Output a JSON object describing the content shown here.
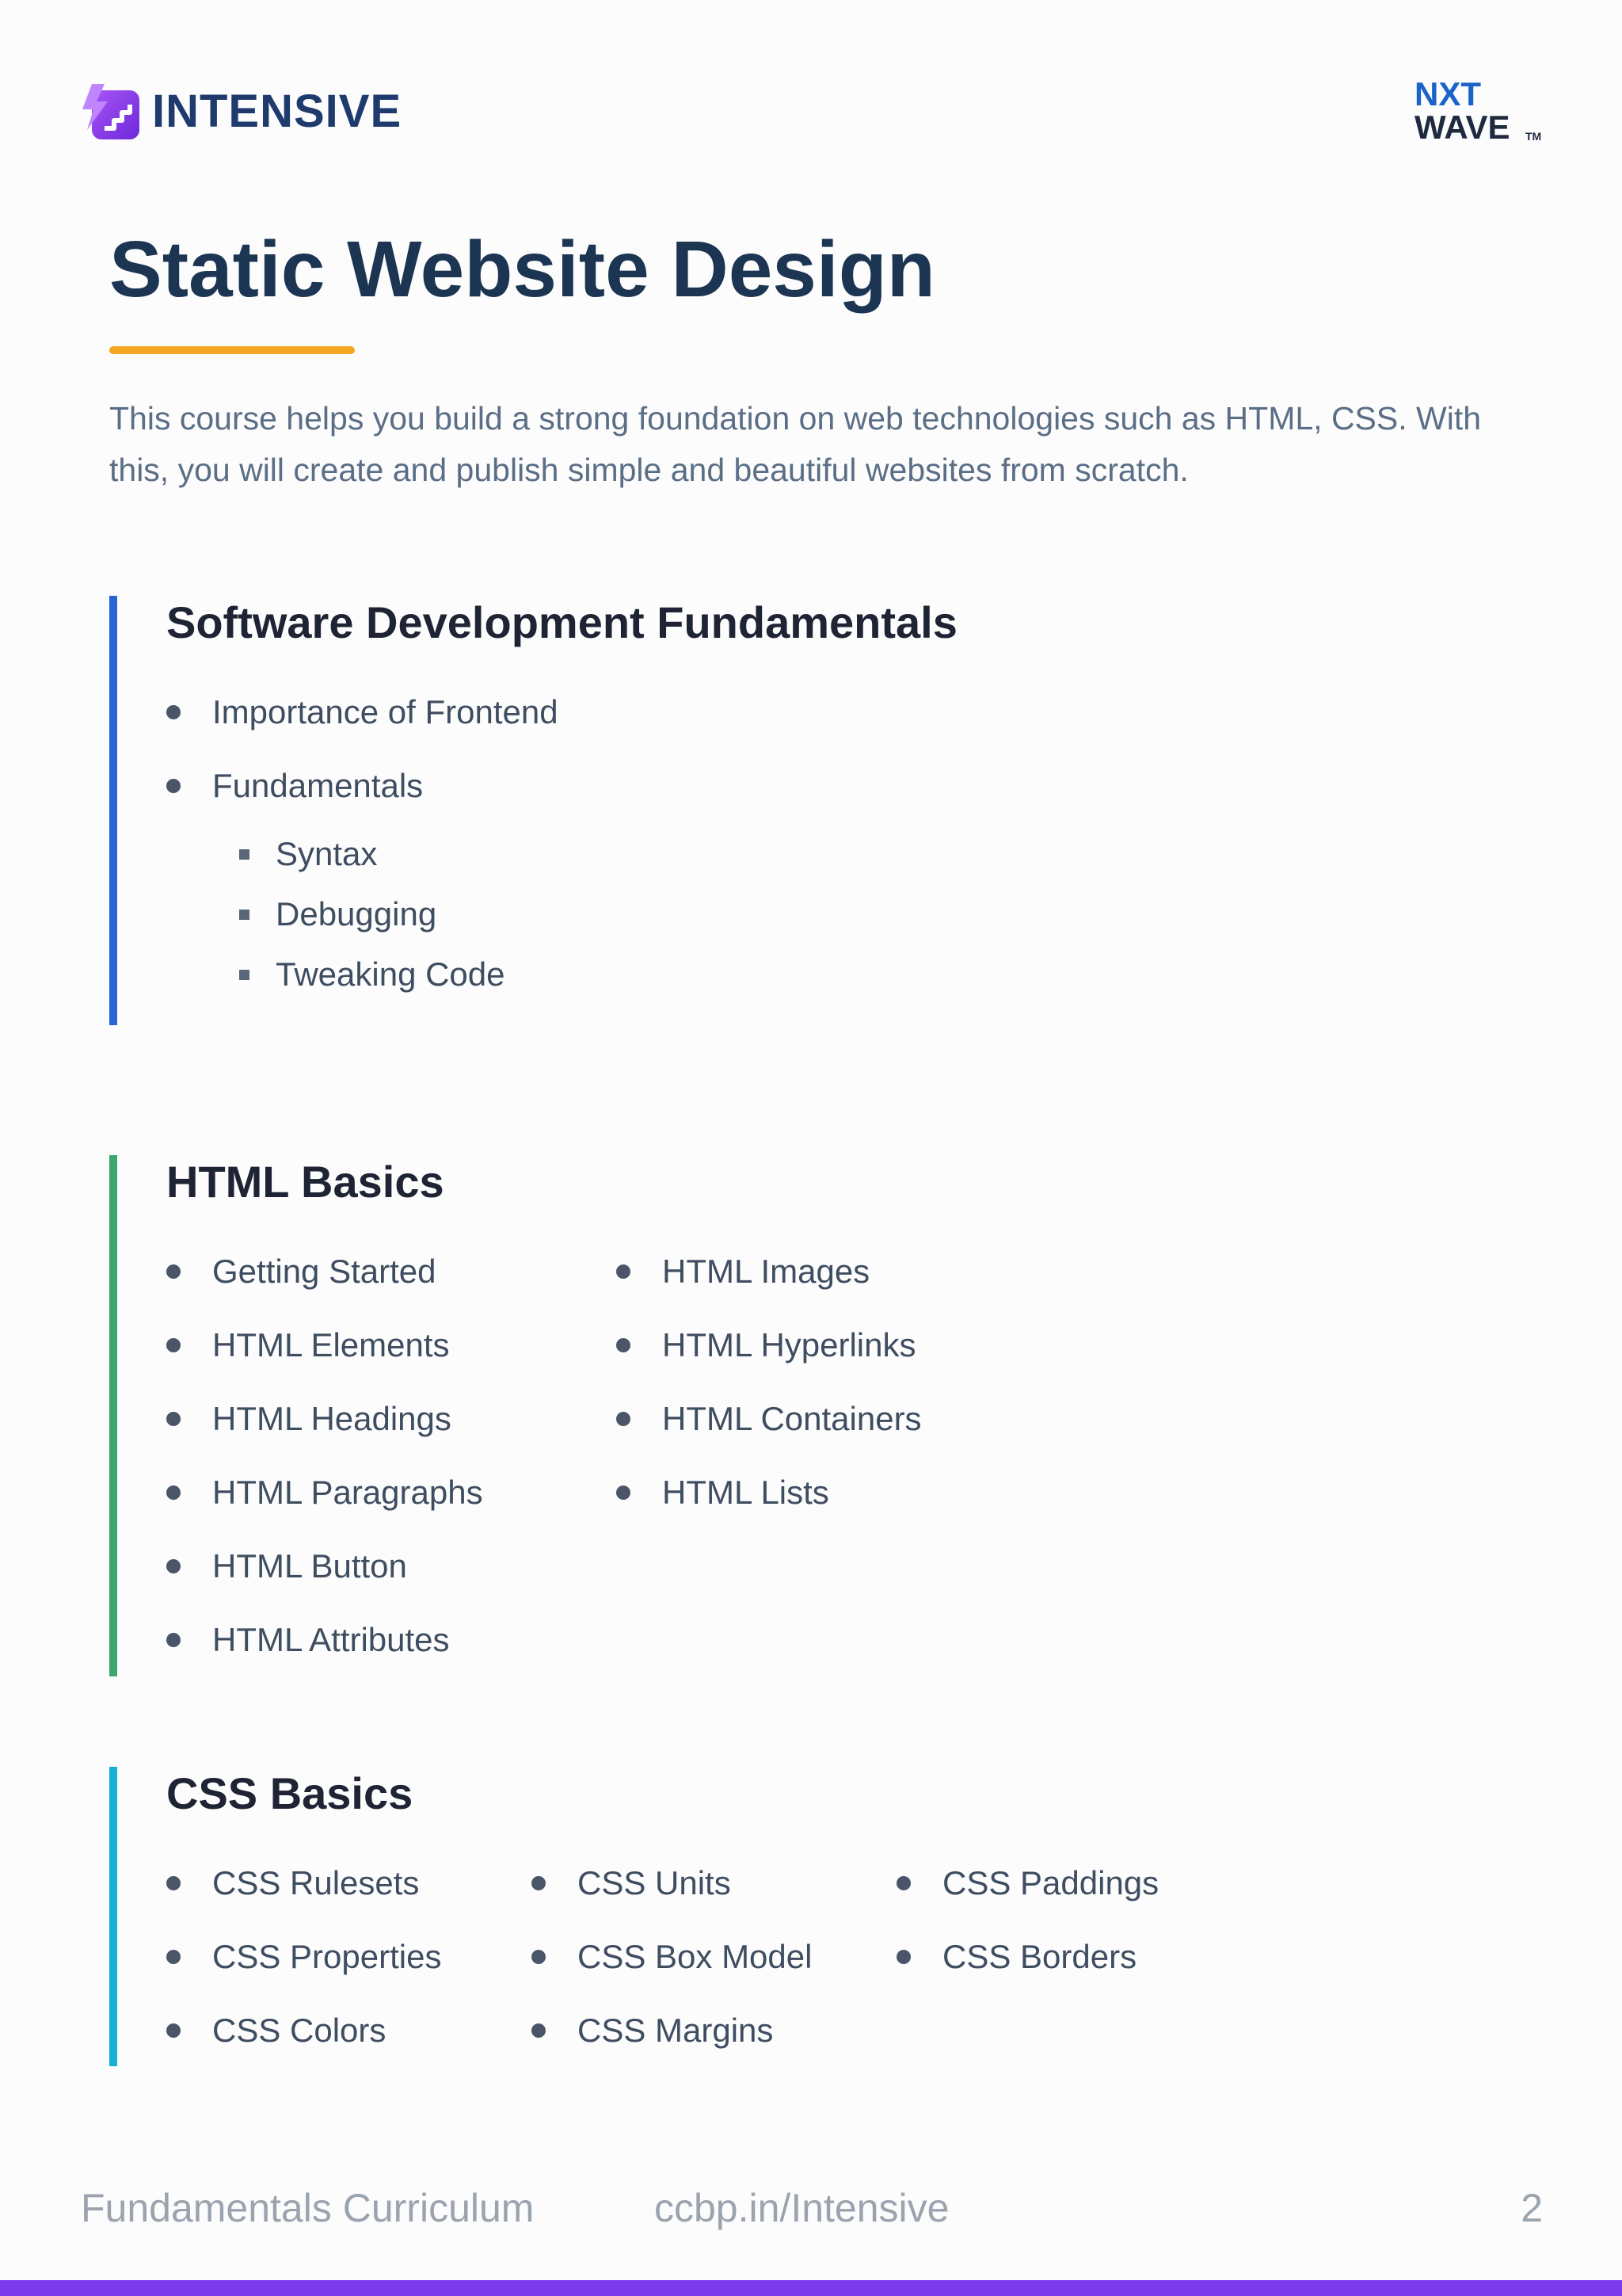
{
  "header": {
    "logo_text": "INTENSIVE",
    "partner_logo_line1": "NXT",
    "partner_logo_line2": "WAVE",
    "partner_logo_tm": "TM"
  },
  "page_title": "Static Website Design",
  "intro": "This course helps you build a strong foundation on web technologies such as HTML, CSS. With this, you will create and publish simple and beautiful websites from scratch.",
  "sections": [
    {
      "title": "Software Development Fundamentals",
      "accent": "#2766d4",
      "items": [
        "Importance of Frontend",
        "Fundamentals"
      ],
      "subitems": [
        "Syntax",
        "Debugging",
        "Tweaking Code"
      ]
    },
    {
      "title": "HTML Basics",
      "accent": "#3aa870",
      "columns": [
        [
          "Getting Started",
          "HTML Elements",
          "HTML Headings",
          "HTML Paragraphs",
          "HTML Button",
          "HTML Attributes"
        ],
        [
          "HTML Images",
          "HTML Hyperlinks",
          "HTML Containers",
          "HTML Lists"
        ]
      ]
    },
    {
      "title": "CSS Basics",
      "accent": "#14b0d6",
      "columns": [
        [
          "CSS Rulesets",
          "CSS Properties",
          "CSS Colors"
        ],
        [
          "CSS Units",
          "CSS Box Model",
          "CSS Margins"
        ],
        [
          "CSS Paddings",
          "CSS Borders"
        ]
      ]
    }
  ],
  "footer": {
    "left": "Fundamentals Curriculum",
    "middle": "ccbp.in/Intensive",
    "page_number": "2"
  },
  "colors": {
    "title": "#1b3553",
    "title_rule": "#f5a623",
    "brand_purple": "#7c3aed",
    "logo_text": "#1f3b6e"
  },
  "icons": {
    "brand": "intensive-logo-icon",
    "bullet": "bullet-dot-icon",
    "sub_bullet": "square-bullet-icon"
  }
}
